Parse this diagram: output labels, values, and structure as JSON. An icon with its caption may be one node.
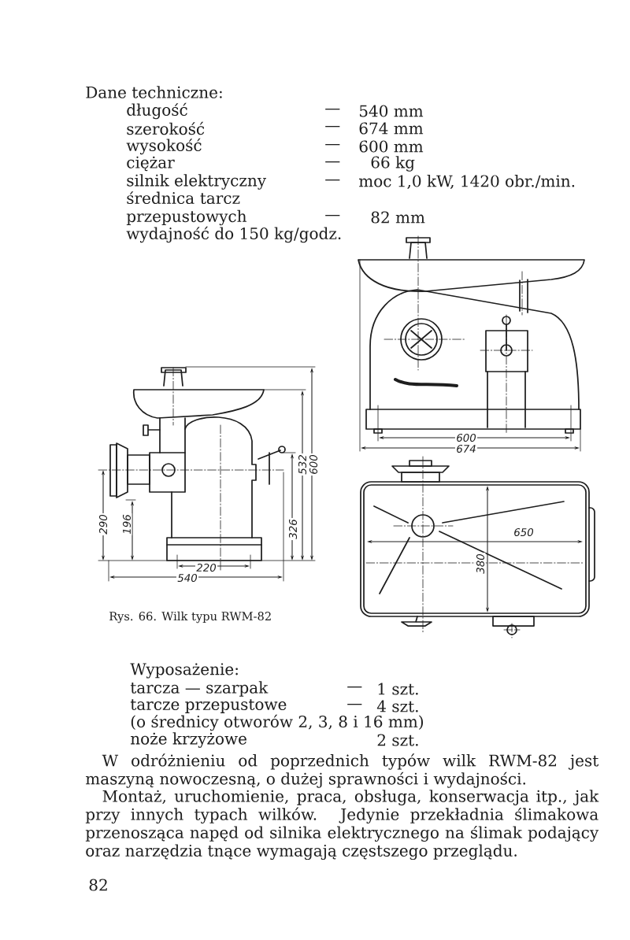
{
  "diagram": {
    "caption": "Rys. 66. Wilk typu RWM-82",
    "labels": [
      "Dane techniczne:",
      "długość",
      "—",
      "540 mm",
      "szerokość",
      "—",
      "674 mm",
      "wysokość",
      "—",
      "600 mm",
      "ciężar",
      "—",
      "66 kg",
      "silnik elektryczny",
      "—",
      "moc 1,0 kW, 1420 obr./min.",
      "średnica tarcz przepustowych",
      "—",
      "82 mm",
      "wydajność do 150 kg/godz.",
      "600",
      "674",
      "650",
      "380",
      "532",
      "600",
      "290",
      "196",
      "326",
      "220",
      "540",
      "Wyposażenie:",
      "tarcza — szarpak",
      "—",
      "1 szt.",
      "tarcze przepustowe",
      "—",
      "4 szt.",
      "(o średnicy otworów 2, 3, 8 i 16 mm)",
      "noże krzyżowe",
      "2 szt.",
      "W odróżnieniu od poprzednich typów wilk RWM-82 jest maszyną nowoczesną, o dużej sprawności i wydajności.",
      "Montaż, uruchomienie, praca, obsługa, konserwacja itp., jak przy innych typach wilków. Jedynie przekładnia ślimakowa przenosząca napęd od silnika elektrycznego na ślimak podający oraz narzędzia tnące wymagają częstszego przeglądu.",
      "82"
    ]
  }
}
